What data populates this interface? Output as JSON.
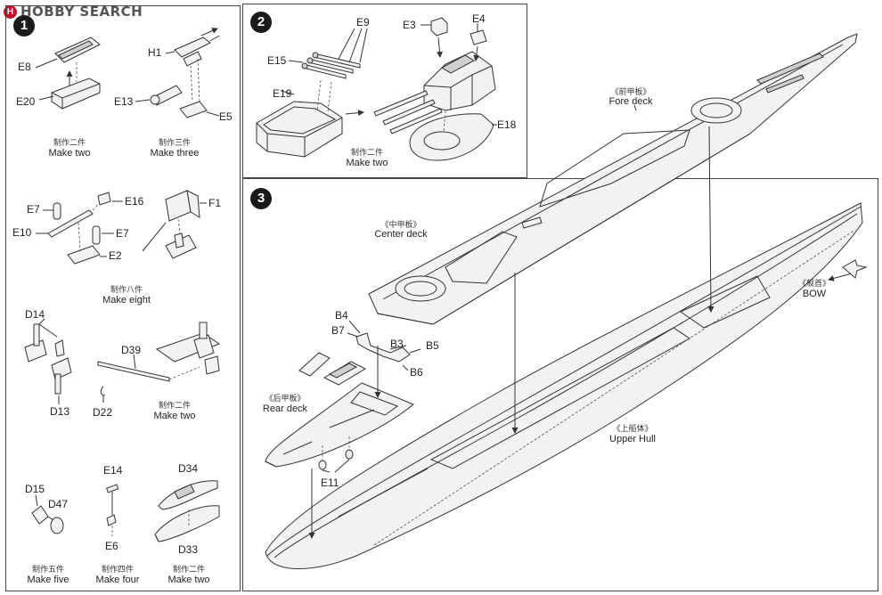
{
  "logo": {
    "text": "HOBBY SEARCH",
    "mark": "H"
  },
  "steps": [
    {
      "number": "1"
    },
    {
      "number": "2"
    },
    {
      "number": "3"
    }
  ],
  "step1": {
    "labels": {
      "e8": "E8",
      "e20": "E20",
      "h1": "H1",
      "e13": "E13",
      "e5": "E5",
      "e7a": "E7",
      "e16": "E16",
      "e10": "E10",
      "e7b": "E7",
      "e2": "E2",
      "f1": "F1",
      "d14": "D14",
      "d39": "D39",
      "d13": "D13",
      "d22": "D22",
      "e14": "E14",
      "d34": "D34",
      "d15": "D15",
      "d47": "D47",
      "e6": "E6",
      "d33": "D33"
    },
    "notes": {
      "make_two_a": {
        "cn": "制作二件",
        "en": "Make two"
      },
      "make_three": {
        "cn": "制作三件",
        "en": "Make three"
      },
      "make_eight": {
        "cn": "制作八件",
        "en": "Make eight"
      },
      "make_two_b": {
        "cn": "制作二件",
        "en": "Make two"
      },
      "make_five": {
        "cn": "制作五件",
        "en": "Make five"
      },
      "make_four": {
        "cn": "制作四件",
        "en": "Make four"
      },
      "make_two_c": {
        "cn": "制作二件",
        "en": "Make two"
      }
    }
  },
  "step2": {
    "labels": {
      "e9": "E9",
      "e3": "E3",
      "e4": "E4",
      "e15": "E15",
      "e19": "E19",
      "e18": "E18"
    },
    "note": {
      "cn": "制作二件",
      "en": "Make two"
    }
  },
  "step3": {
    "labels": {
      "b4": "B4",
      "b7": "B7",
      "b3": "B3",
      "b5": "B5",
      "b6": "B6",
      "e11": "E11"
    },
    "areas": {
      "fore_deck": {
        "cn": "《前甲板》",
        "en": "Fore deck"
      },
      "center_deck": {
        "cn": "《中甲板》",
        "en": "Center deck"
      },
      "rear_deck": {
        "cn": "《后甲板》",
        "en": "Rear deck"
      },
      "upper_hull": {
        "cn": "《上船体》",
        "en": "Upper Hull"
      },
      "bow": {
        "cn": "《舰首》",
        "en": "BOW"
      }
    }
  }
}
